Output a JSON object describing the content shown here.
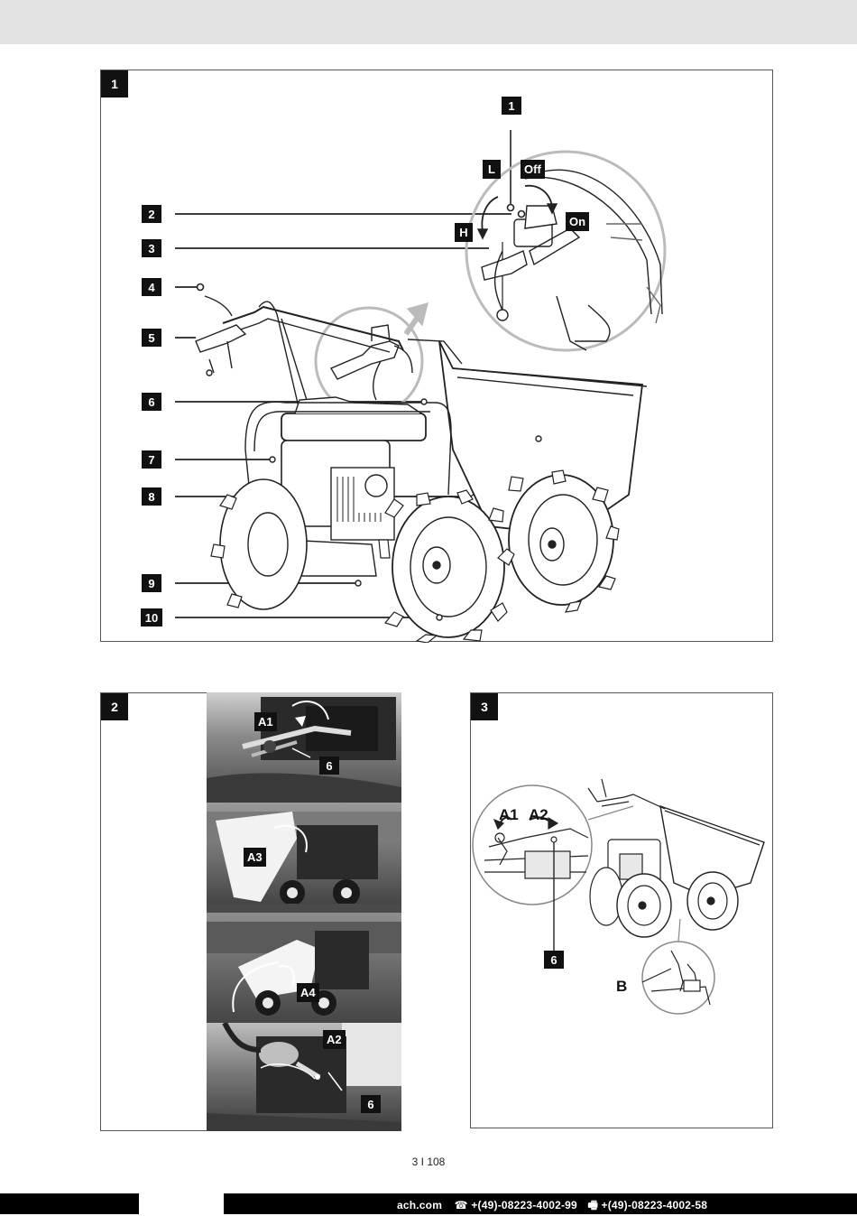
{
  "figure1": {
    "panel_tag": "1",
    "callouts": [
      "1",
      "2",
      "3",
      "4",
      "5",
      "6",
      "7",
      "8",
      "9",
      "10"
    ],
    "switch_labels": {
      "low": "L",
      "high": "H",
      "off": "Off",
      "on": "On"
    }
  },
  "figure2": {
    "panel_tag": "2",
    "labels": {
      "a1": "A1",
      "six_top": "6",
      "a3": "A3",
      "a4": "A4",
      "a2": "A2",
      "six_bottom": "6"
    }
  },
  "figure3": {
    "panel_tag": "3",
    "labels": {
      "a1": "A1",
      "a2": "A2",
      "six": "6",
      "b": "B"
    }
  },
  "page_number": "3 I 108",
  "footer": {
    "web": "ach.com",
    "phone_icon": "phone-icon",
    "phone": "+(49)-08223-4002-99",
    "fax_icon": "fax-icon",
    "fax": "+(49)-08223-4002-58"
  }
}
